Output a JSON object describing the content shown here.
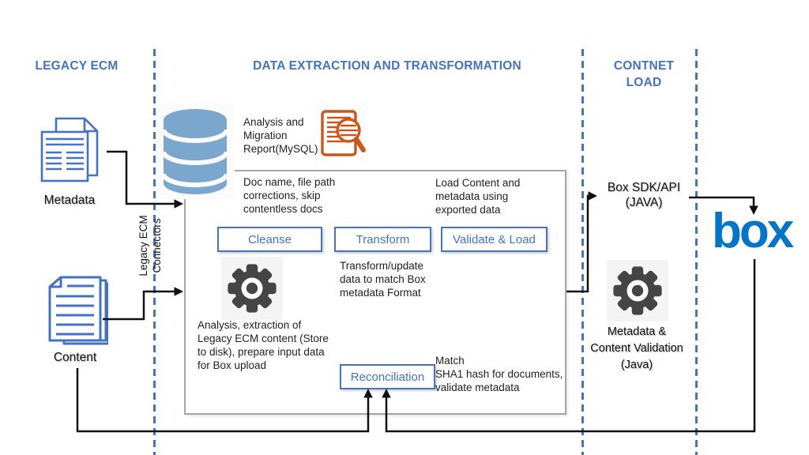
{
  "lanes": {
    "legacy": "LEGACY ECM",
    "extraction": "DATA EXTRACTION AND TRANSFORMATION",
    "load": "CONTNET\nLOAD"
  },
  "legacy": {
    "metadata_label": "Metadata",
    "content_label": "Content",
    "connectors_label": "Legacy ECM\nConnectors"
  },
  "extraction": {
    "report_note": "Analysis and\nMigration\nReport(MySQL)",
    "doc_note": "Doc name, file path\ncorrections, skip\ncontentless docs",
    "load_note": "Load Content and\nmetadata using\nexported data",
    "transform_note": "Transform/update\ndata to match Box\nmetadata Format",
    "analysis_note": "Analysis, extraction of\nLegacy ECM content (Store\nto disk), prepare input data\nfor Box upload",
    "match_note": "Match\nSHA1 hash for documents,\nvalidate metadata",
    "buttons": {
      "cleanse": "Cleanse",
      "transform": "Transform",
      "validate_load": "Validate & Load",
      "reconciliation": "Reconciliation"
    }
  },
  "load": {
    "sdk_label": "Box SDK/API\n(JAVA)",
    "validation_label": "Metadata &\nContent Validation\n(Java)",
    "box_logo": "box"
  },
  "colors": {
    "accent_blue": "#4472C4",
    "box_blue": "#0075C9",
    "report_orange": "#C9571B",
    "database_blue": "#7BA7CE",
    "gear_gray": "#454545",
    "process_border_gray": "#A6A6A6",
    "arrow_black": "#111111"
  },
  "icons": {
    "metadata": "document-icon",
    "content": "documents-stack-icon",
    "database": "database-icon",
    "report": "report-search-icon",
    "extraction_gear": "gear-icon",
    "validation_gear": "gear-icon"
  }
}
